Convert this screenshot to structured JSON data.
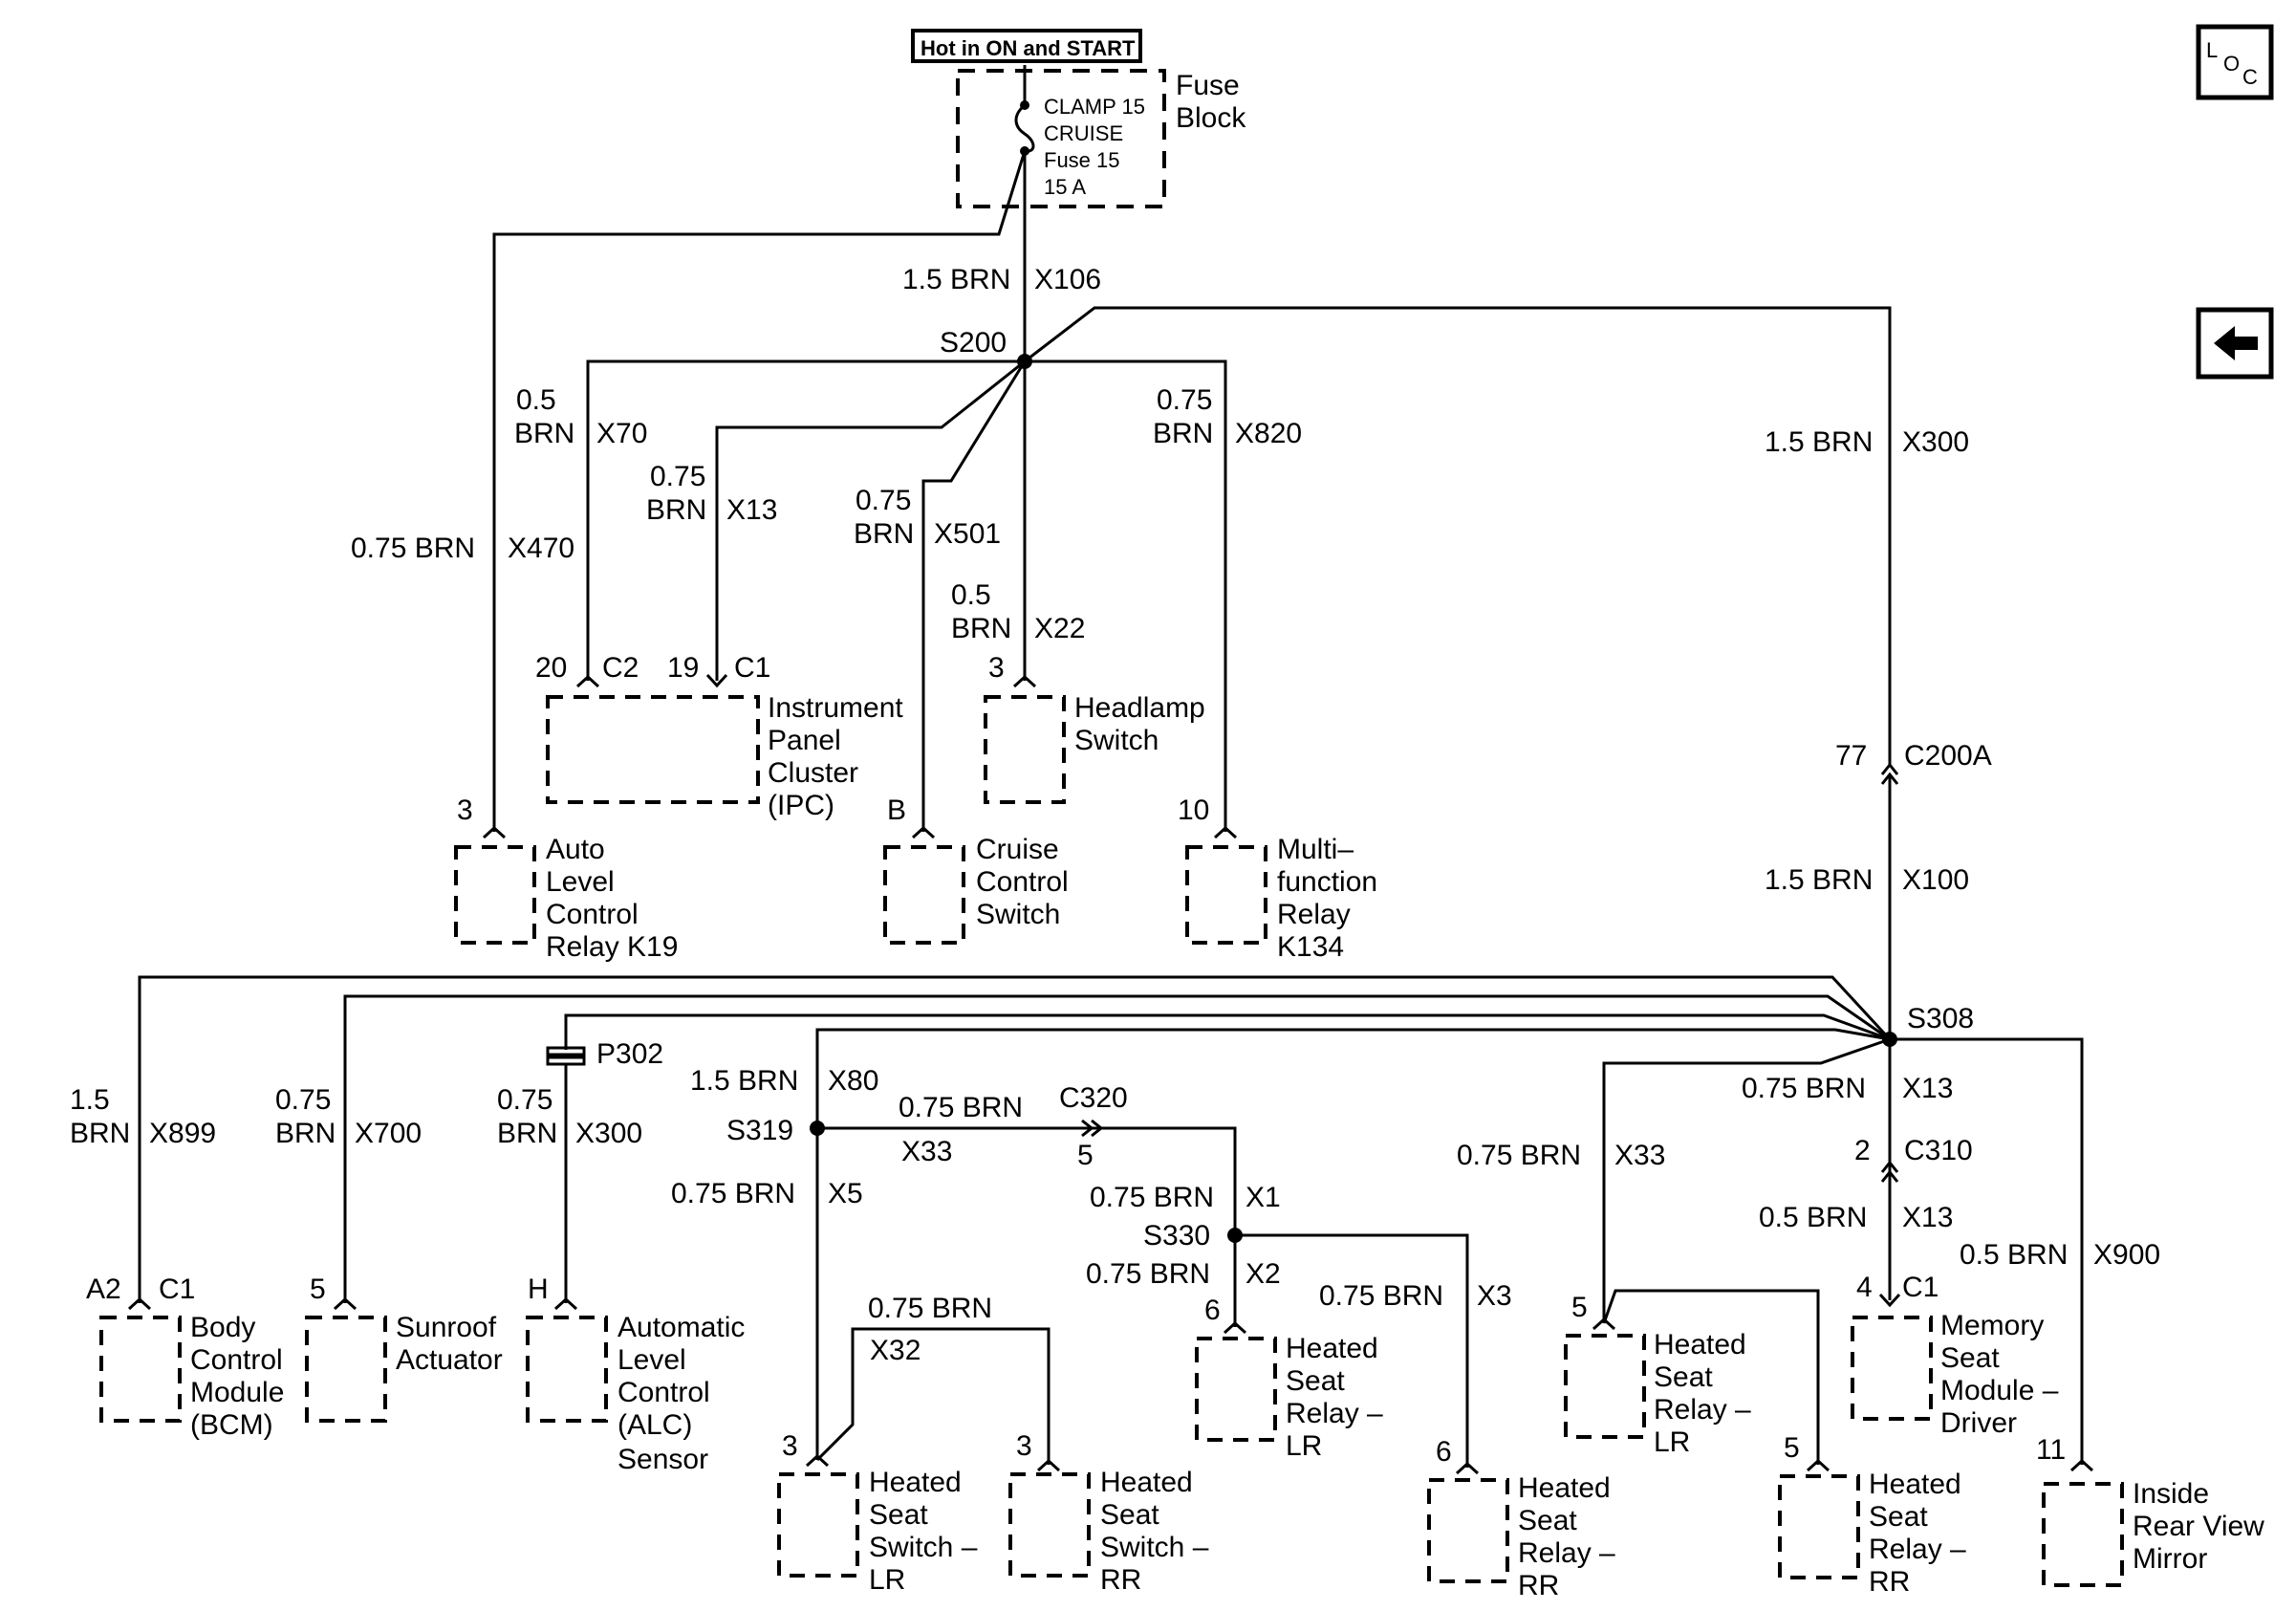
{
  "power_label": "Hot in ON and START",
  "fuse_block": {
    "title": [
      "Fuse",
      "Block"
    ],
    "fuse": [
      "CLAMP 15",
      "CRUISE",
      "Fuse 15",
      "15 A"
    ]
  },
  "nav": {
    "loc": [
      "L",
      "O",
      "C"
    ],
    "back_icon": "left-arrow-icon"
  },
  "wires": [
    {
      "id": "X106",
      "size": "1.5 BRN",
      "circuit": "X106"
    },
    {
      "id": "X470",
      "size": "0.75 BRN",
      "circuit": "X470"
    },
    {
      "id": "X70",
      "size": [
        "0.5",
        "BRN"
      ],
      "circuit": "X70"
    },
    {
      "id": "X13a",
      "size": [
        "0.75",
        "BRN"
      ],
      "circuit": "X13"
    },
    {
      "id": "X501",
      "size": [
        "0.75",
        "BRN"
      ],
      "circuit": "X501"
    },
    {
      "id": "X22",
      "size": [
        "0.5",
        "BRN"
      ],
      "circuit": "X22"
    },
    {
      "id": "X820",
      "size": [
        "0.75",
        "BRN"
      ],
      "circuit": "X820"
    },
    {
      "id": "X300a",
      "size": "1.5 BRN",
      "circuit": "X300"
    },
    {
      "id": "X100",
      "size": "1.5 BRN",
      "circuit": "X100"
    },
    {
      "id": "X899",
      "size": [
        "1.5",
        "BRN"
      ],
      "circuit": "X899"
    },
    {
      "id": "X700",
      "size": [
        "0.75",
        "BRN"
      ],
      "circuit": "X700"
    },
    {
      "id": "X300b",
      "size": [
        "0.75",
        "BRN"
      ],
      "circuit": "X300"
    },
    {
      "id": "X80",
      "size": "1.5 BRN",
      "circuit": "X80"
    },
    {
      "id": "X33a",
      "size": "0.75 BRN",
      "circuit": "X33"
    },
    {
      "id": "X5",
      "size": "0.75 BRN",
      "circuit": "X5"
    },
    {
      "id": "X32",
      "size": "0.75 BRN",
      "circuit": "X32"
    },
    {
      "id": "X1",
      "size": "0.75 BRN",
      "circuit": "X1"
    },
    {
      "id": "X2",
      "size": "0.75 BRN",
      "circuit": "X2"
    },
    {
      "id": "X3",
      "size": "0.75 BRN",
      "circuit": "X3"
    },
    {
      "id": "X33b",
      "size": "0.75 BRN",
      "circuit": "X33"
    },
    {
      "id": "X13b",
      "size": "0.75 BRN",
      "circuit": "X13"
    },
    {
      "id": "X13c",
      "size": "0.5 BRN",
      "circuit": "X13"
    },
    {
      "id": "X900",
      "size": "0.5 BRN",
      "circuit": "X900"
    }
  ],
  "splices": {
    "s200": "S200",
    "s308": "S308",
    "s319": "S319",
    "s330": "S330"
  },
  "connectors": {
    "c200a": {
      "pin": "77",
      "name": "C200A"
    },
    "c320": {
      "pin": "5",
      "name": "C320"
    },
    "c310": {
      "pin": "2",
      "name": "C310"
    },
    "p302": "P302"
  },
  "components": [
    {
      "id": "ipc",
      "name": [
        "Instrument",
        "Panel",
        "Cluster",
        "(IPC)"
      ],
      "pins": [
        {
          "pin": "20",
          "conn": "C2"
        },
        {
          "pin": "19",
          "conn": "C1"
        }
      ]
    },
    {
      "id": "headlamp",
      "name": [
        "Headlamp",
        "Switch"
      ],
      "pins": [
        {
          "pin": "3"
        }
      ]
    },
    {
      "id": "alc_relay",
      "name": [
        "Auto",
        "Level",
        "Control",
        "Relay K19"
      ],
      "pins": [
        {
          "pin": "3"
        }
      ]
    },
    {
      "id": "cruise",
      "name": [
        "Cruise",
        "Control",
        "Switch"
      ],
      "pins": [
        {
          "pin": "B"
        }
      ]
    },
    {
      "id": "multi",
      "name": [
        "Multi–",
        "function",
        "Relay",
        "K134"
      ],
      "pins": [
        {
          "pin": "10"
        }
      ]
    },
    {
      "id": "bcm",
      "name": [
        "Body",
        "Control",
        "Module",
        "(BCM)"
      ],
      "pins": [
        {
          "pin": "A2",
          "conn": "C1"
        }
      ]
    },
    {
      "id": "sunroof",
      "name": [
        "Sunroof",
        "Actuator"
      ],
      "pins": [
        {
          "pin": "5"
        }
      ]
    },
    {
      "id": "alc_sensor",
      "name": [
        "Automatic",
        "Level",
        "Control",
        "(ALC)",
        "Sensor"
      ],
      "pins": [
        {
          "pin": "H"
        }
      ]
    },
    {
      "id": "hss_lr",
      "name": [
        "Heated",
        "Seat",
        "Switch –",
        "LR"
      ],
      "pins": [
        {
          "pin": "3"
        }
      ]
    },
    {
      "id": "hss_rr",
      "name": [
        "Heated",
        "Seat",
        "Switch –",
        "RR"
      ],
      "pins": [
        {
          "pin": "3"
        }
      ]
    },
    {
      "id": "hsr_lr1",
      "name": [
        "Heated",
        "Seat",
        "Relay –",
        "LR"
      ],
      "pins": [
        {
          "pin": "6"
        }
      ]
    },
    {
      "id": "hsr_rr1",
      "name": [
        "Heated",
        "Seat",
        "Relay –",
        "RR"
      ],
      "pins": [
        {
          "pin": "6"
        }
      ]
    },
    {
      "id": "hsr_lr2",
      "name": [
        "Heated",
        "Seat",
        "Relay –",
        "LR"
      ],
      "pins": [
        {
          "pin": "5"
        }
      ]
    },
    {
      "id": "hsr_rr2",
      "name": [
        "Heated",
        "Seat",
        "Relay –",
        "RR"
      ],
      "pins": [
        {
          "pin": "5"
        }
      ]
    },
    {
      "id": "memory",
      "name": [
        "Memory",
        "Seat",
        "Module –",
        "Driver"
      ],
      "pins": [
        {
          "pin": "4",
          "conn": "C1"
        }
      ]
    },
    {
      "id": "mirror",
      "name": [
        "Inside",
        "Rear View",
        "Mirror"
      ],
      "pins": [
        {
          "pin": "11"
        }
      ]
    }
  ]
}
